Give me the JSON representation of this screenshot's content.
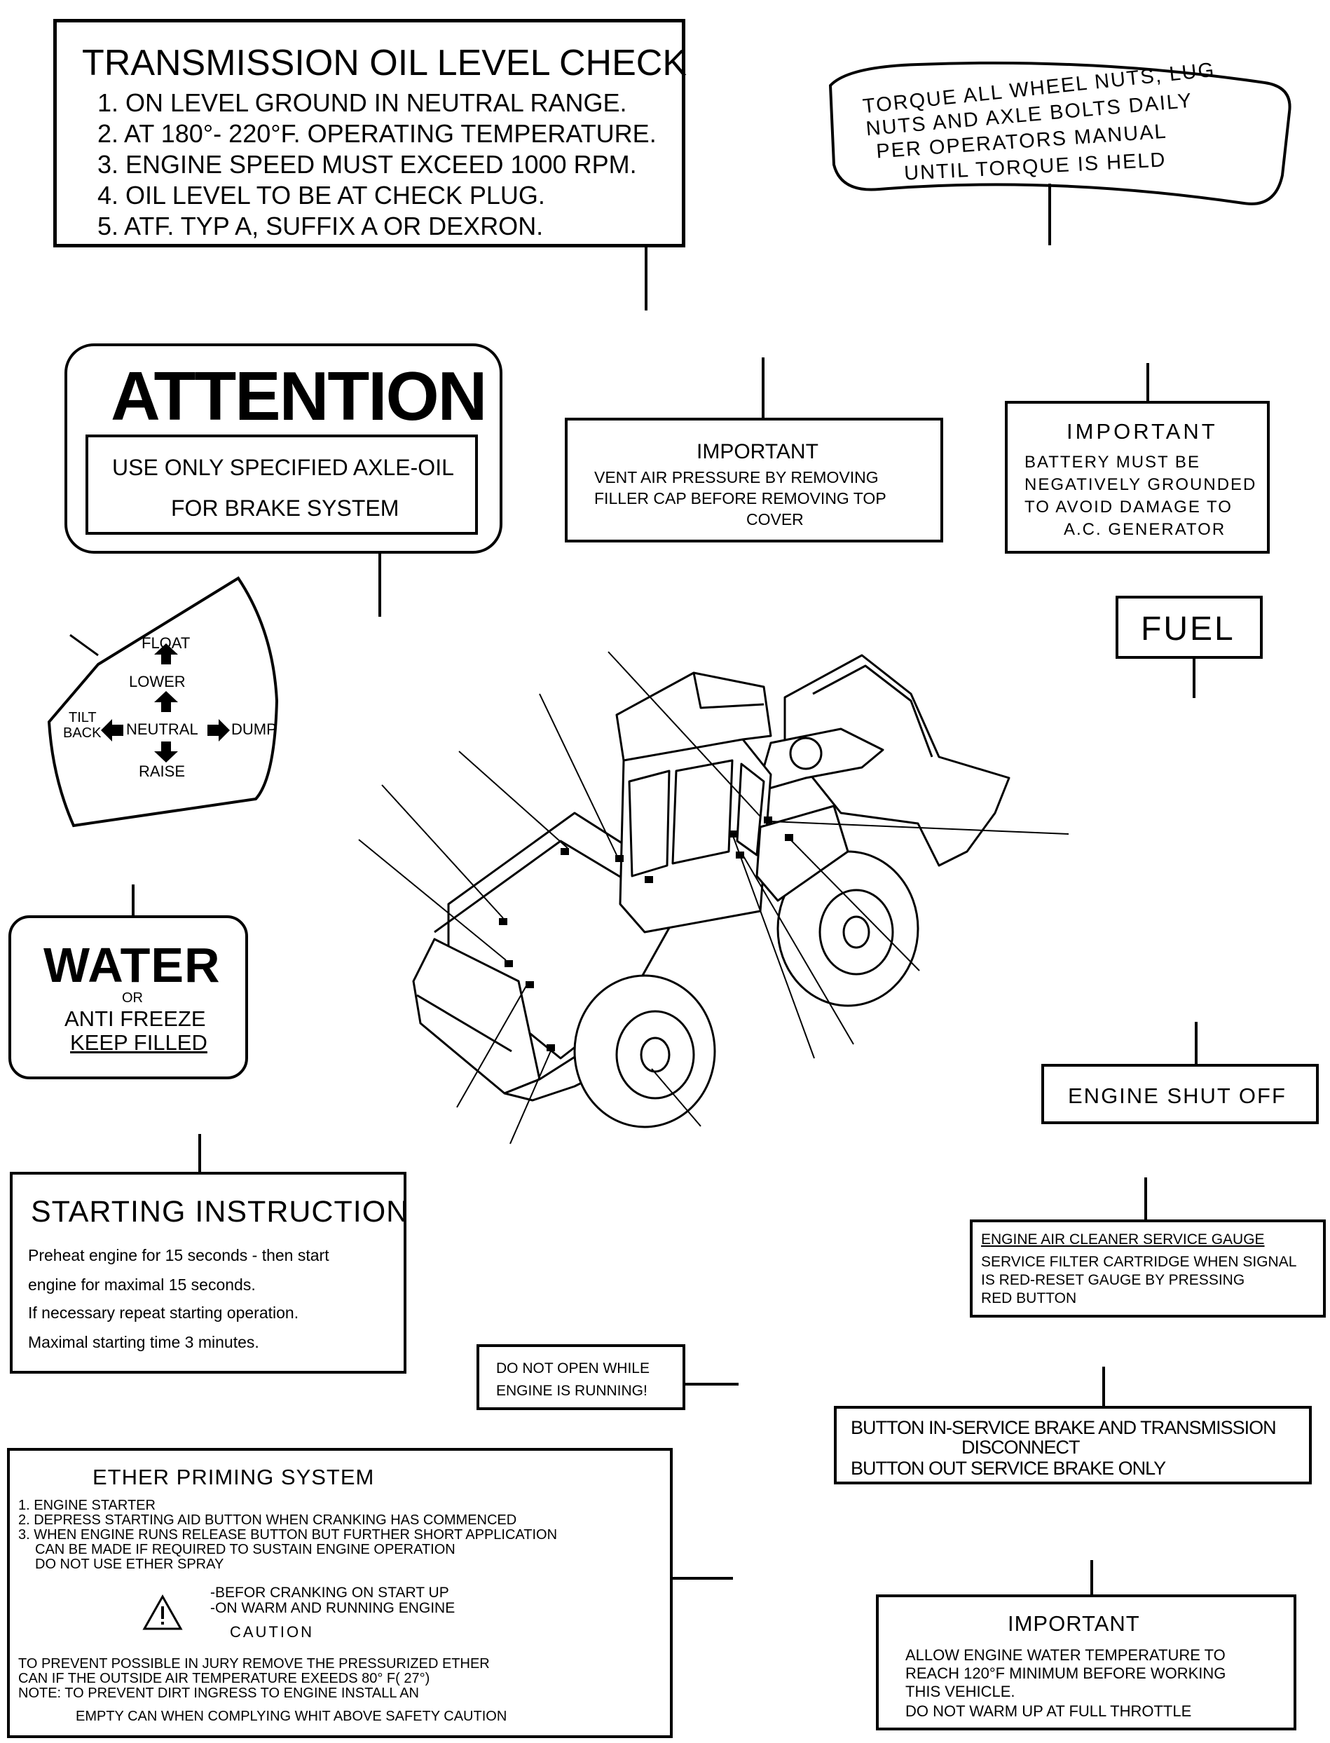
{
  "transmission": {
    "title": "TRANSMISSION OIL LEVEL CHECK",
    "lines": [
      "1. ON LEVEL GROUND IN NEUTRAL RANGE.",
      "2. AT 180°- 220°F. OPERATING TEMPERATURE.",
      "3. ENGINE SPEED MUST EXCEED 1000 RPM.",
      "4. OIL LEVEL TO BE AT CHECK PLUG.",
      "5. ATF. TYP A, SUFFIX A OR DEXRON."
    ]
  },
  "torque": {
    "lines": [
      "TORQUE ALL WHEEL NUTS, LUG",
      "NUTS AND AXLE BOLTS DAILY",
      "PER OPERATORS MANUAL",
      "UNTIL TORQUE IS HELD"
    ]
  },
  "attention": {
    "title": "ATTENTION",
    "line1": "USE ONLY SPECIFIED AXLE-OIL",
    "line2": "FOR BRAKE SYSTEM"
  },
  "vent": {
    "title": "IMPORTANT",
    "lines": [
      "VENT AIR PRESSURE BY REMOVING",
      "FILLER CAP   BEFORE REMOVING TOP",
      "COVER"
    ]
  },
  "battery": {
    "title": "IMPORTANT",
    "lines": [
      "BATTERY MUST BE",
      "NEGATIVELY GROUNDED",
      "TO AVOID DAMAGE TO",
      "A.C. GENERATOR"
    ]
  },
  "fuel": {
    "label": "FUEL"
  },
  "lever": {
    "float": "FLOAT",
    "lower": "LOWER",
    "tilt": "TILT",
    "back": "BACK",
    "neutral": "NEUTRAL",
    "dump": "DUMP",
    "raise": "RAISE"
  },
  "water": {
    "title": "WATER",
    "or": "OR",
    "antifreeze": "ANTI FREEZE",
    "keep": "KEEP FILLED"
  },
  "engine_shutoff": {
    "label": "ENGINE SHUT OFF"
  },
  "starting": {
    "title": "STARTING INSTRUCTION",
    "lines": [
      "Preheat engine for 15 seconds - then start",
      "engine for maximal 15 seconds.",
      "If necessary repeat starting operation.",
      "Maximal starting time 3 minutes."
    ]
  },
  "aircleaner": {
    "title": "ENGINE AIR CLEANER SERVICE GAUGE",
    "lines": [
      "SERVICE FILTER CARTRIDGE WHEN SIGNAL",
      "IS RED-RESET GAUGE BY PRESSING",
      "RED BUTTON"
    ]
  },
  "donotopen": {
    "lines": [
      "DO NOT OPEN WHILE",
      "ENGINE IS RUNNING!"
    ]
  },
  "button": {
    "lines": [
      "BUTTON IN-SERVICE BRAKE AND TRANSMISSION",
      "DISCONNECT",
      "BUTTON OUT SERVICE BRAKE ONLY"
    ]
  },
  "ether": {
    "title": "ETHER PRIMING SYSTEM",
    "steps": [
      "1. ENGINE STARTER",
      "2. DEPRESS STARTING AID BUTTON WHEN CRANKING HAS COMMENCED",
      "3. WHEN ENGINE RUNS RELEASE BUTTON BUT FURTHER SHORT APPLICATION",
      "CAN BE MADE IF REQUIRED TO SUSTAIN ENGINE OPERATION",
      "DO NOT USE ETHER SPRAY"
    ],
    "warn1": "-BEFOR   CRANKING ON START UP",
    "warn2": "-ON WARM AND RUNNING ENGINE",
    "caution": "CAUTION",
    "notes": [
      "TO PREVENT POSSIBLE IN JURY REMOVE THE PRESSURIZED ETHER",
      "CAN IF THE OUTSIDE AIR TEMPERATURE EXEEDS 80° F( 27°)",
      "NOTE: TO PREVENT DIRT INGRESS TO ENGINE INSTALL AN",
      "EMPTY CAN WHEN COMPLYING WHIT ABOVE SAFETY CAUTION"
    ]
  },
  "warmup": {
    "title": "IMPORTANT",
    "lines": [
      "ALLOW ENGINE WATER TEMPERATURE TO",
      "REACH 120°F MINIMUM BEFORE WORKING",
      "THIS VEHICLE.",
      "DO NOT WARM UP AT FULL THROTTLE"
    ]
  }
}
